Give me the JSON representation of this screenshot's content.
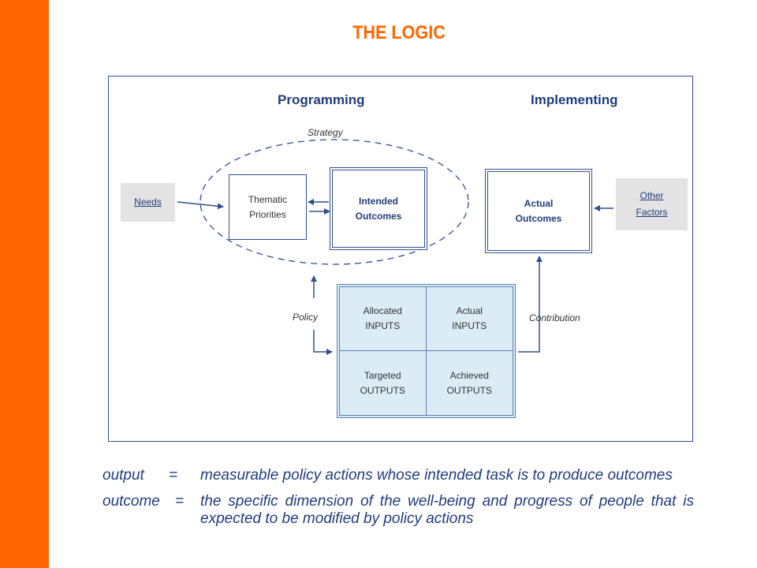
{
  "title": "THE LOGIC",
  "colors": {
    "accent": "#ff6600",
    "ink": "#1f3d7a",
    "line": "#30508c",
    "grid_fill": "#dcecf7",
    "side_box": "#e3e3e3"
  },
  "diagram": {
    "programming": "Programming",
    "implementing": "Implementing",
    "strategy": "Strategy",
    "policy": "Policy",
    "contribution": "Contribution",
    "needs": "Needs",
    "thematic_priorities": [
      "Thematic",
      "Priorities"
    ],
    "intended_outcomes": [
      "Intended",
      "Outcomes"
    ],
    "actual_outcomes": [
      "Actual",
      "Outcomes"
    ],
    "other_factors": [
      "Other",
      "Factors"
    ],
    "allocated_inputs": [
      "Allocated",
      "INPUTS"
    ],
    "actual_inputs": [
      "Actual",
      "INPUTS"
    ],
    "targeted_outputs": [
      "Targeted",
      "OUTPUTS"
    ],
    "achieved_outputs": [
      "Achieved",
      "OUTPUTS"
    ]
  },
  "definitions": {
    "output_term": "output",
    "output_eq": "=",
    "output_text": "measurable policy actions whose intended task is to produce outcomes",
    "outcome_term": "outcome",
    "outcome_eq": "=",
    "outcome_text": "the specific dimension of the well-being and progress of people that is expected to be modified by policy actions"
  }
}
